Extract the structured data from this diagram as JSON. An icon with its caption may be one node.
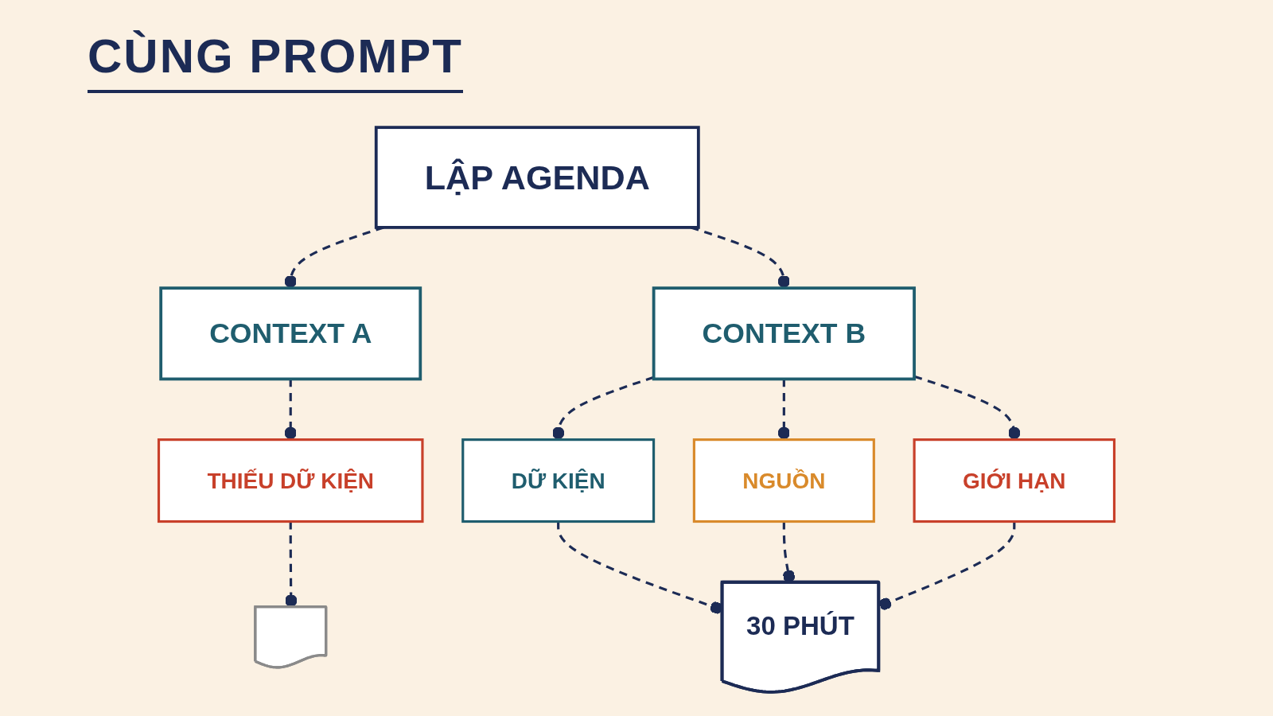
{
  "diagram": {
    "title": "CÙNG PROMPT",
    "nodes": [
      {
        "text": [
          "LẬP AGENDA"
        ]
      },
      {
        "text": [
          "CONTEXT A"
        ]
      },
      {
        "text": [
          "CONTEXT B"
        ]
      },
      {
        "text": [
          "THIẾU DỮ KIỆN"
        ]
      },
      {
        "text": [],
        "shape": "document"
      },
      {
        "text": [
          "DỮ KIỆN"
        ]
      },
      {
        "text": [
          "NGUỒN"
        ]
      },
      {
        "text": [
          "GIỚI HẠN"
        ]
      },
      {
        "text": [
          "30 PHÚT"
        ]
      }
    ],
    "edges": [
      {
        "from": 0,
        "to": 1,
        "arrow": "other",
        "style": "dashed"
      },
      {
        "from": 0,
        "to": 2,
        "arrow": "other",
        "style": "dashed"
      },
      {
        "from": 1,
        "to": 3,
        "arrow": "other",
        "style": "dashed"
      },
      {
        "from": 3,
        "to": 4,
        "arrow": "other",
        "style": "dashed"
      },
      {
        "from": 2,
        "to": 5,
        "arrow": "other",
        "style": "dashed"
      },
      {
        "from": 2,
        "to": 6,
        "arrow": "other",
        "style": "dashed"
      },
      {
        "from": 2,
        "to": 7,
        "arrow": "other",
        "style": "dashed"
      },
      {
        "from": 5,
        "to": 8,
        "arrow": "other",
        "style": "dashed"
      },
      {
        "from": 6,
        "to": 8,
        "arrow": "other",
        "style": "dashed"
      },
      {
        "from": 7,
        "to": 8,
        "arrow": "other",
        "style": "dashed"
      }
    ]
  }
}
